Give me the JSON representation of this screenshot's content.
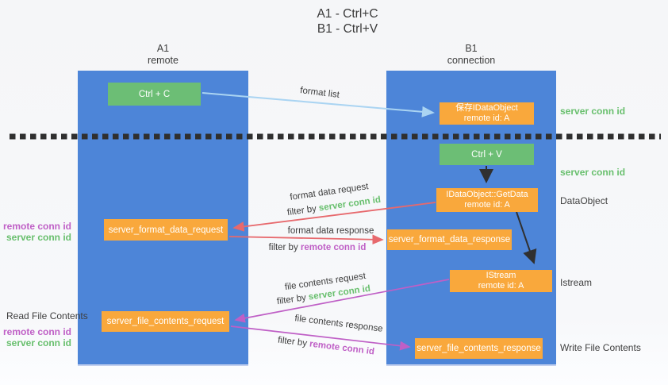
{
  "title": {
    "line1": "A1 - Ctrl+C",
    "line2": "B1 - Ctrl+V"
  },
  "columns": {
    "left": {
      "name": "A1",
      "role": "remote"
    },
    "right": {
      "name": "B1",
      "role": "connection"
    }
  },
  "nodes": {
    "ctrl_c": {
      "label": "Ctrl + C"
    },
    "ctrl_v": {
      "label": "Ctrl + V"
    },
    "save_dataobject": {
      "line1": "保存IDataObject",
      "line2": "remote id: A"
    },
    "getdata": {
      "line1": "IDataObject::GetData",
      "line2": "remote id: A"
    },
    "istream": {
      "line1": "IStream",
      "line2": "remote id: A"
    },
    "format_request": {
      "label": "server_format_data_request"
    },
    "format_response": {
      "label": "server_format_data_response"
    },
    "file_request": {
      "label": "server_file_contents_request"
    },
    "file_response": {
      "label": "server_file_contents_response"
    }
  },
  "flow_labels": {
    "format_list": "format list",
    "format_data_request": "format data request",
    "format_data_response": "format data response",
    "file_contents_request": "file contents request",
    "file_contents_response": "file contents response",
    "filter_by": "filter by",
    "server_conn_id": "server conn id",
    "remote_conn_id": "remote conn id"
  },
  "side_labels": {
    "dataobject": "DataObject",
    "istream": "Istream",
    "write_file_contents": "Write File Contents",
    "read_file_contents": "Read File Contents",
    "server_conn_id": "server conn id",
    "remote_conn_id": "remote conn id"
  },
  "colors": {
    "column_blue": "#4d85d8",
    "box_green": "#6cbe75",
    "box_orange": "#f9a83c",
    "arrow_light_blue": "#aad4f2",
    "arrow_red": "#e7696d",
    "arrow_purple": "#bf5fc6",
    "arrow_black": "#303030",
    "text_green": "#68bf6d",
    "text_purple": "#bf5fc6",
    "text_dark": "#3d3d3d"
  }
}
